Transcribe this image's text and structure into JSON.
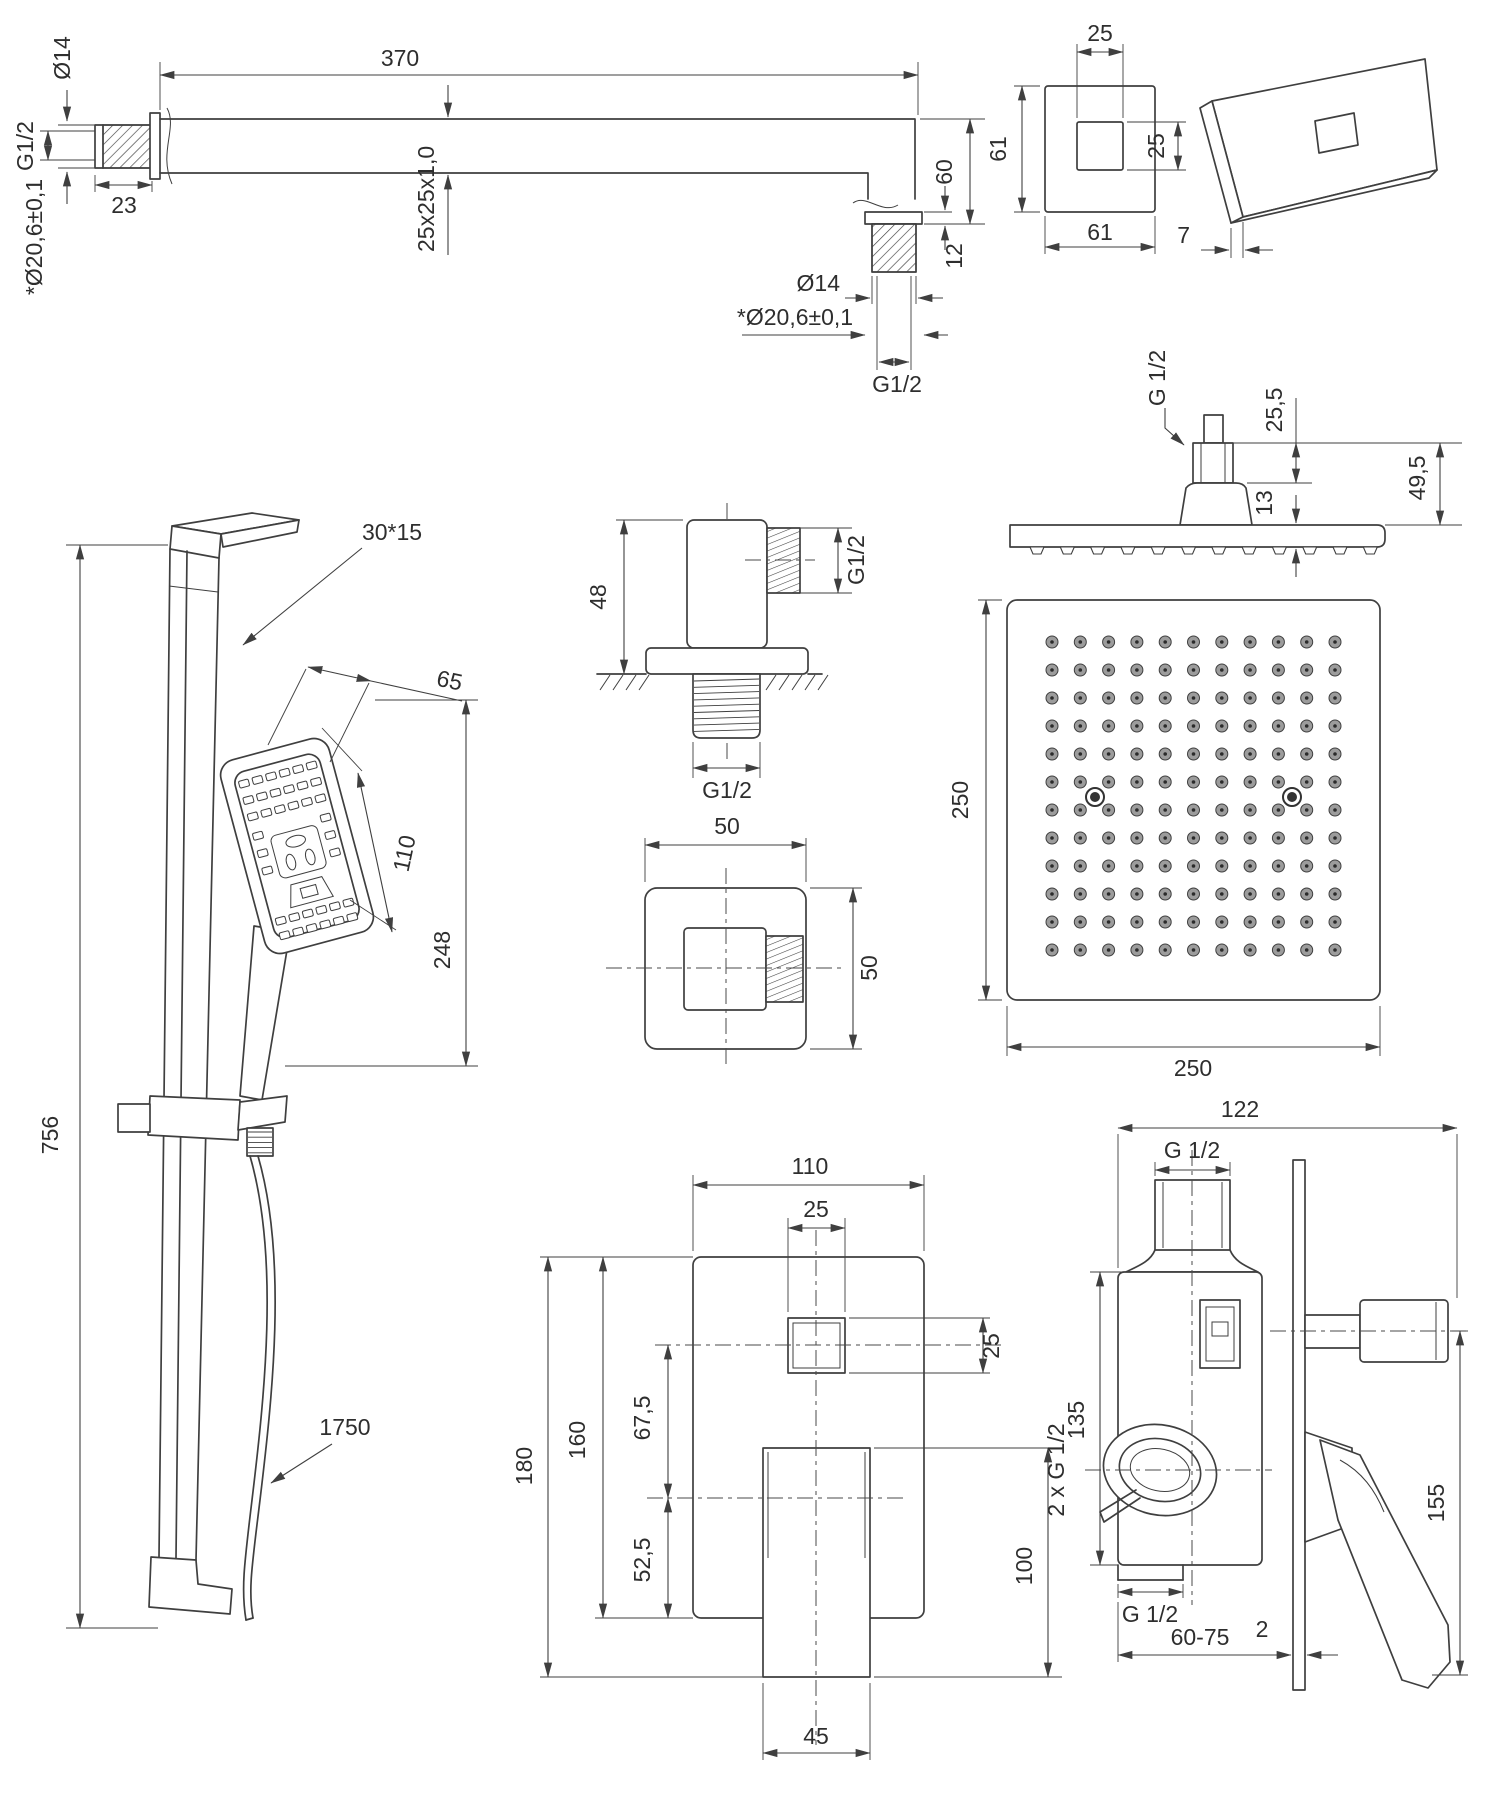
{
  "drawing": {
    "arm": {
      "len370": "370",
      "dia14": "Ø14",
      "g12": "G1/2",
      "dia206": "*Ø20,6±0,1",
      "len23": "23",
      "profile": "25x25x1,0",
      "drop60": "60",
      "flange12": "12",
      "dia14_out": "Ø14",
      "dia206_out": "*Ø20,6±0,1",
      "g12_out": "G1/2"
    },
    "escutcheon": {
      "top25": "25",
      "left61": "61",
      "right25": "25",
      "bottom61": "61",
      "thick7": "7"
    },
    "head_side": {
      "thread": "G 1/2",
      "h255": "25,5",
      "h495": "49,5",
      "t13": "13"
    },
    "head_face": {
      "w250": "250",
      "h250": "250"
    },
    "elbow": {
      "h48": "48",
      "thread_side": "G1/2",
      "thread_bottom": "G1/2"
    },
    "cover": {
      "w50": "50",
      "h50": "50"
    },
    "rail": {
      "profile": "30*15",
      "w65": "65",
      "head110": "110",
      "head248": "248",
      "h756": "756",
      "hose1750": "1750"
    },
    "trim": {
      "w110": "110",
      "knob25_top": "25",
      "knob25_right": "25",
      "o675": "67,5",
      "h160": "160",
      "h180": "180",
      "o525": "52,5",
      "h100": "100",
      "w45": "45"
    },
    "valve": {
      "w122": "122",
      "thread_top": "G 1/2",
      "h135": "135",
      "inlets": "2 x G 1/2",
      "h155": "155",
      "thread_bottom": "G 1/2",
      "depth": "60-75",
      "gap2": "2"
    }
  }
}
